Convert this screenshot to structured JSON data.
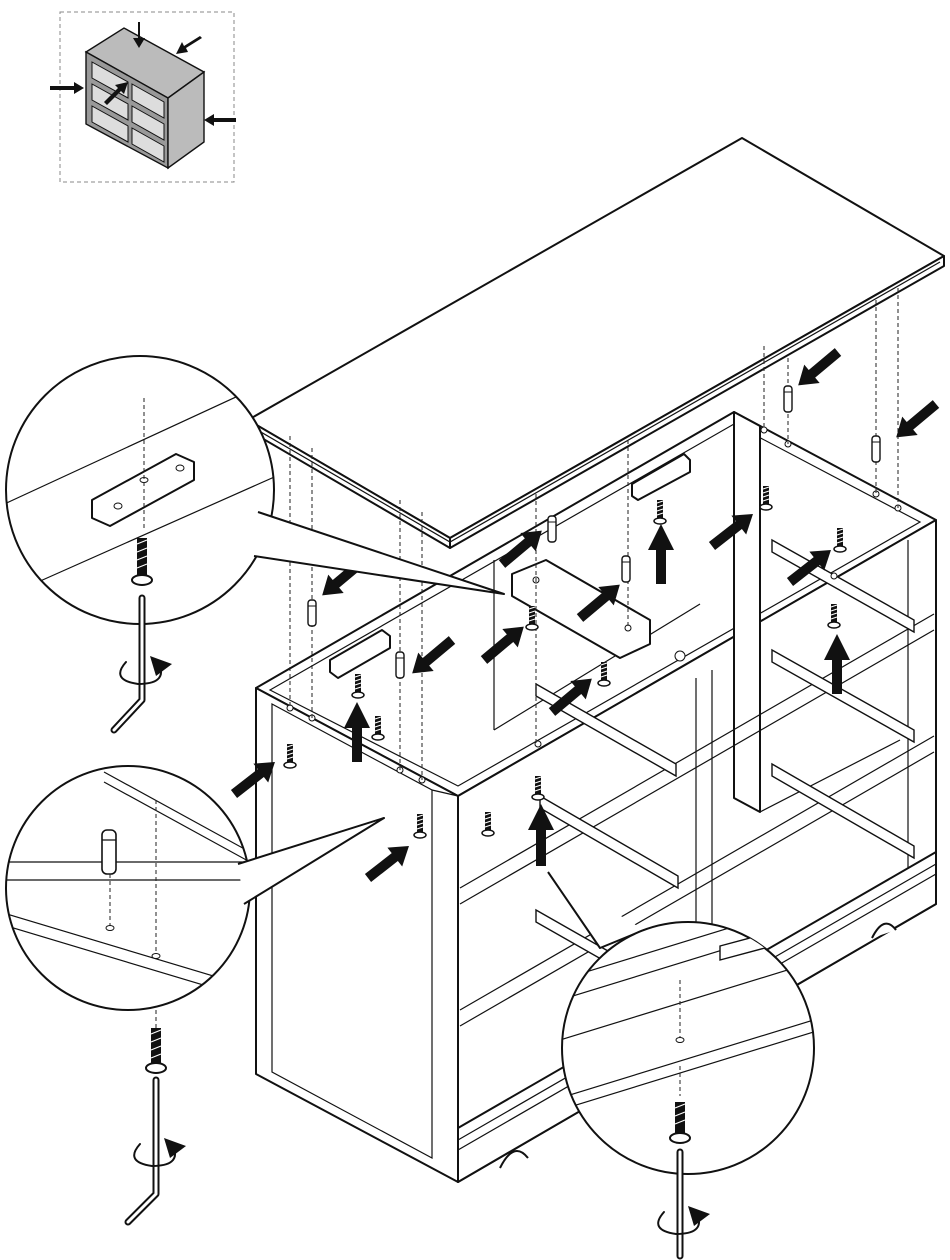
{
  "figure": {
    "kind": "assembly-instruction",
    "subject": "dresser-top-attachment",
    "step_parts": [
      "top-panel",
      "wood-dowel",
      "cam-bolt",
      "connector-bracket",
      "drawer-slide",
      "allen-wrench"
    ],
    "icons": {
      "arrow": "push-arrow-icon",
      "rotate": "rotate-clockwise-icon",
      "wrench": "allen-wrench-icon",
      "screw": "screw-icon",
      "dowel": "dowel-icon"
    },
    "colors": {
      "line": "#111111",
      "fill": "#ffffff",
      "inset_border": "#888888"
    }
  }
}
